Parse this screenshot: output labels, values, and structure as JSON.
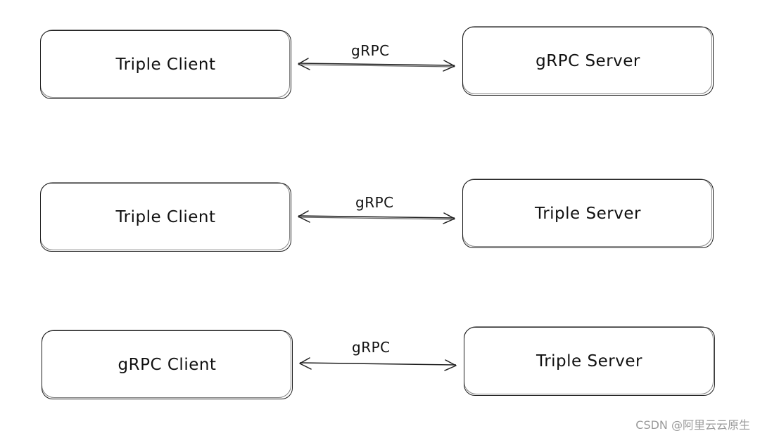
{
  "rows": [
    {
      "left_box": "Triple Client",
      "protocol": "gRPC",
      "right_box": "gRPC Server"
    },
    {
      "left_box": "Triple Client",
      "protocol": "gRPC",
      "right_box": "Triple Server"
    },
    {
      "left_box": "gRPC Client",
      "protocol": "gRPC",
      "right_box": "Triple Server"
    }
  ],
  "watermark": "CSDN @阿里云云原生",
  "colors": {
    "stroke": "#1e1e1e",
    "background": "#ffffff",
    "watermark": "#9a9a9a"
  }
}
